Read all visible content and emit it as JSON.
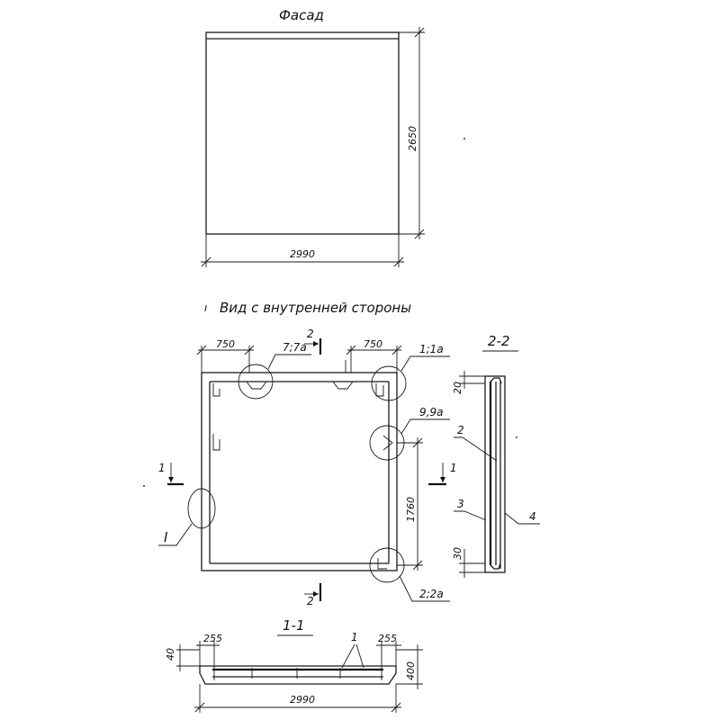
{
  "facade": {
    "title": "Фасад",
    "height": "2650",
    "width": "2990"
  },
  "inner_view": {
    "title": "Вид с внутренней стороны",
    "dim_left": "750",
    "dim_right": "750",
    "dim_height": "1760",
    "callout_top_left": "7;7а",
    "callout_top_right": "1;1а",
    "callout_mid_right": "9,9а",
    "callout_bottom_right": "2;2а",
    "callout_left": "I",
    "cut_top": "2",
    "cut_bottom": "2",
    "cut_left": "1",
    "cut_right": "1"
  },
  "section_2_2": {
    "title": "2-2",
    "dim_top": "20",
    "dim_bottom": "30",
    "label_2": "2",
    "label_3": "3",
    "label_4": "4"
  },
  "section_1_1": {
    "title": "1-1",
    "dim_left": "255",
    "dim_right": "255",
    "dim_height_left": "40",
    "dim_height_right": "400",
    "dim_width": "2990",
    "label": "1"
  }
}
